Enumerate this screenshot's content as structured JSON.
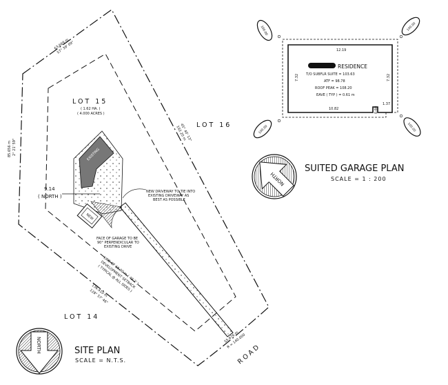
{
  "site_plan": {
    "title": "SITE PLAN",
    "scale": "SCALE = N.T.S.",
    "north_label": "NORTH",
    "lots": {
      "lot15": "LOT 15",
      "lot15_area_ha": "( 1.62 HA. )",
      "lot15_area_acres": "( 4.000 ACRES )",
      "lot16": "LOT 16",
      "lot14": "LOT 14"
    },
    "road": "ROAD",
    "existing_label": "EXISTING",
    "new_label": "NEW",
    "dimensions": {
      "top": "63.669 m",
      "top_bearing": "57° 39' 09\"",
      "left": "85.656 m",
      "left_bearing": "2° 21' 59\"",
      "right": "192.20 m",
      "right_bearing": "45° 40' 13\"",
      "bottom": "136.410 m",
      "bottom_bearing": "128° 57' 46\"",
      "road": "55.676 m",
      "road_radius": "R = 140.000",
      "setback": "9.14",
      "setback_dir": "( NORTH )"
    },
    "notes": {
      "driveway_1": "NEW DRIVEWAY TO TIE INTO",
      "driveway_2": "EXISTING DRIVEWAY AS",
      "driveway_3": "BEST AS POSSIBLE",
      "garage_1": "FACE OF GARAGE TO BE",
      "garage_2": "90° PERPENDICULAR TO",
      "garage_3": "EXISTING DRIVE",
      "line_1": "LINE OF 15.00 m ( 49.2' )",
      "line_2": "DEVELOPMENT SETBACK",
      "line_3": "( TYPICAL @ ALL SIDES )"
    }
  },
  "garage_plan": {
    "title": "SUITED GARAGE PLAN",
    "scale": "SCALE = 1 : 200",
    "north_label": "NORTH",
    "residence": "RESIDENCE",
    "subflr": "T/O SUBFLR SUITE = 103.63",
    "atf": "ATF = 98.78",
    "roof_peak": "ROOF PEAK = 108.20",
    "eave": "EAVE ( TYP ) = 0.61 m",
    "dims": {
      "top": "12.19",
      "bottom": "10.82",
      "left": "7.32",
      "right": "7.32",
      "notch_w": "1.37",
      "notch_h": "0.60"
    },
    "tree_label": "100.00"
  }
}
